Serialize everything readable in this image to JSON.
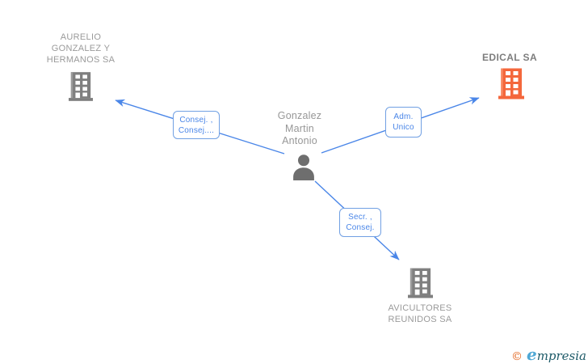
{
  "person": {
    "name_line1": "Gonzalez",
    "name_line2": "Martin",
    "name_line3": "Antonio"
  },
  "companies": {
    "aurelio": {
      "line1": "AURELIO",
      "line2": "GONZALEZ Y",
      "line3": "HERMANOS SA"
    },
    "edical": {
      "name": "EDICAL SA"
    },
    "avicultores": {
      "line1": "AVICULTORES",
      "line2": "REUNIDOS SA"
    }
  },
  "edges": {
    "aurelio": {
      "line1": "Consej. ,",
      "line2": "Consej...."
    },
    "edical": {
      "line1": "Adm.",
      "line2": "Unico"
    },
    "avicultores": {
      "line1": "Secr. ,",
      "line2": "Consej."
    }
  },
  "watermark": {
    "copyright": "©",
    "brand_initial": "e",
    "brand_rest": "mpresia"
  },
  "colors": {
    "edge_blue": "#4a86e8",
    "label_border_blue": "#71a0e3",
    "company_text_gray": "#9a9a9a",
    "highlight_text_gray": "#7d7d7d",
    "building_gray": "#7f7f7f",
    "building_orange": "#f4673c",
    "person_icon_gray": "#6e6e6e",
    "watermark_orange": "#e2641e",
    "watermark_light_blue": "#4fa8d5",
    "watermark_teal": "#1d5a68"
  }
}
